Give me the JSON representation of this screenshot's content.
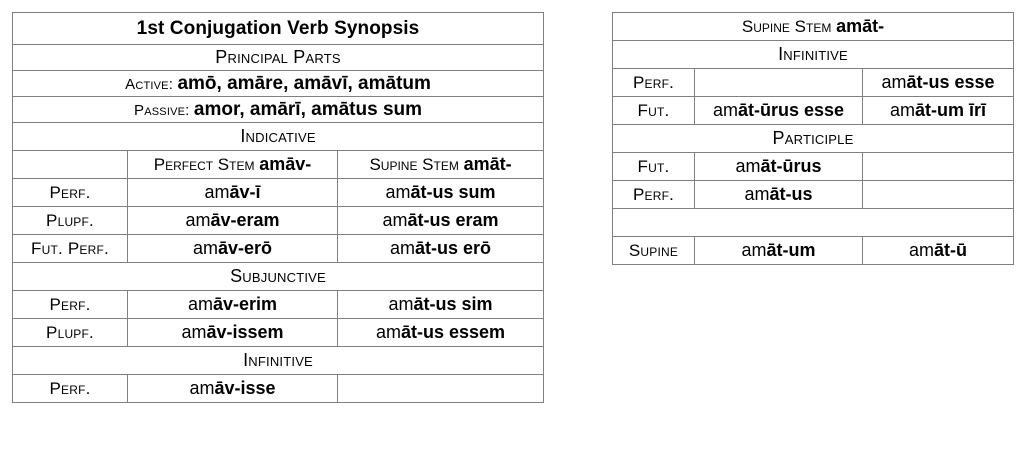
{
  "left_table": {
    "title": "1st  Conjugation Verb Synopsis",
    "principal_parts": {
      "heading": "Principal Parts",
      "active_label": "Active:",
      "active_forms": "amō, amāre, amāvī, amātum",
      "passive_label": "Passive:",
      "passive_forms": "amor, amārī, amātus sum"
    },
    "indicative": {
      "heading": "Indicative",
      "col_perfect_label": "Perfect Stem",
      "col_perfect_stem": "amāv-",
      "col_supine_label": "Supine Stem",
      "col_supine_stem": "amāt-",
      "rows": [
        {
          "label": "Perf.",
          "perfect": "amāv-ī",
          "supine": "amāt-us sum"
        },
        {
          "label": "Plupf.",
          "perfect": "amāv-eram",
          "supine": "amāt-us eram"
        },
        {
          "label": "Fut. Perf.",
          "perfect": "amāv-erō",
          "supine": "amāt-us erō"
        }
      ]
    },
    "subjunctive": {
      "heading": "Subjunctive",
      "rows": [
        {
          "label": "Perf.",
          "perfect": "amāv-erim",
          "supine": "amāt-us sim"
        },
        {
          "label": "Plupf.",
          "perfect": "amāv-issem",
          "supine": "amāt-us essem"
        }
      ]
    },
    "infinitive": {
      "heading": "Infinitive",
      "rows": [
        {
          "label": "Perf.",
          "perfect": "amāv-isse",
          "supine": ""
        }
      ]
    }
  },
  "right_table": {
    "header_label": "Supine Stem",
    "header_stem": "amāt-",
    "infinitive": {
      "heading": "Infinitive",
      "rows": [
        {
          "label": "Perf.",
          "col1": "",
          "col2": "amāt-us esse"
        },
        {
          "label": "Fut.",
          "col1": "amāt-ūrus esse",
          "col2": "amāt-um īrī"
        }
      ]
    },
    "participle": {
      "heading": "Participle",
      "rows": [
        {
          "label": "Fut.",
          "col1": "amāt-ūrus",
          "col2": ""
        },
        {
          "label": "Perf.",
          "col1": "amāt-us",
          "col2": ""
        }
      ]
    },
    "spacer": "",
    "supine": {
      "label": "Supine",
      "col1": "amāt-um",
      "col2": "amāt-ū"
    }
  },
  "colors": {
    "banner_gray": "#d9d9d9",
    "label_gray": "#f2f2f2",
    "perfect_yellow": "#fdfda9",
    "supine_yellow": "#fdfde4",
    "perfect_blue": "#9fd2fc",
    "supine_blue": "#dcf1fd",
    "border_gray": "#808080"
  }
}
